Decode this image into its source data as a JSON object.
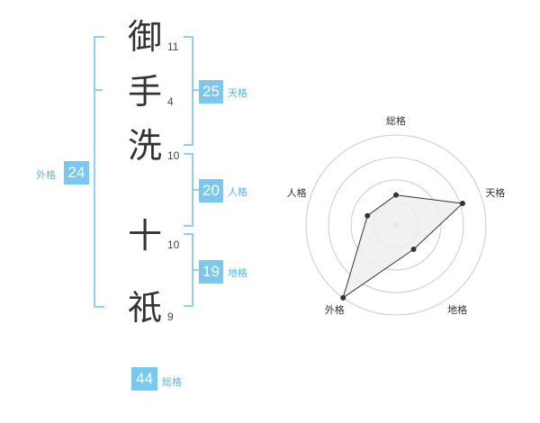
{
  "chart_data": {
    "type": "radar",
    "characters": [
      {
        "char": "御",
        "strokes": "11"
      },
      {
        "char": "手",
        "strokes": "4"
      },
      {
        "char": "洗",
        "strokes": "10"
      },
      {
        "char": "十",
        "strokes": "10"
      },
      {
        "char": "祇",
        "strokes": "9"
      }
    ],
    "scores": {
      "tenkaku": {
        "label": "天格",
        "value": 25
      },
      "jinkaku": {
        "label": "人格",
        "value": 20
      },
      "chikaku": {
        "label": "地格",
        "value": 19
      },
      "gaikaku": {
        "label": "外格",
        "value": 24
      },
      "soukaku": {
        "label": "総格",
        "value": 44
      }
    },
    "axes": [
      "総格",
      "天格",
      "地格",
      "外格",
      "人格"
    ],
    "ring_count": 4,
    "radar_levels": [
      1.5,
      3.5,
      1.5,
      4.5,
      1.5
    ],
    "radar_max": 4.5,
    "colors": {
      "accent": "#78c8f0",
      "bracket": "#8fd0f3",
      "label": "#58b8ee",
      "ring": "#cccccc",
      "polygon_fill": "#eeeeee",
      "polygon_stroke": "#333333"
    }
  }
}
